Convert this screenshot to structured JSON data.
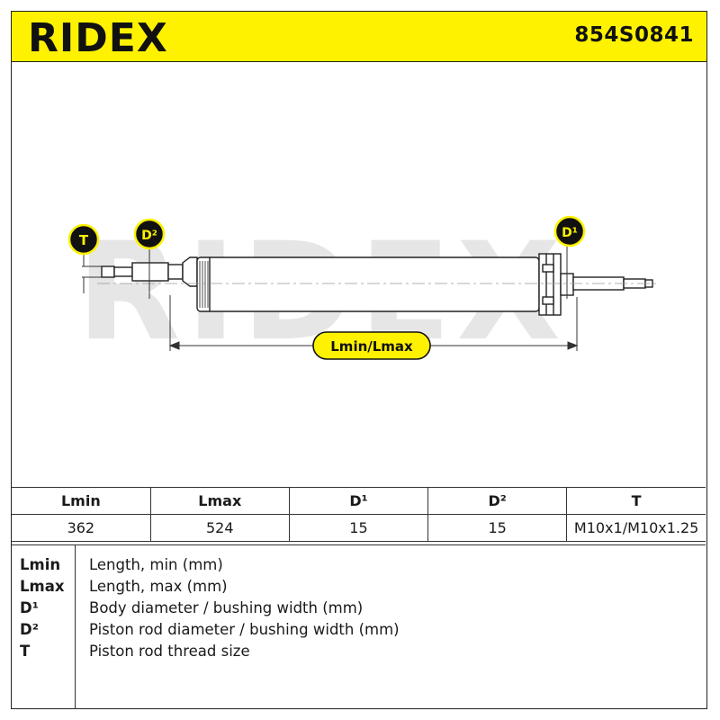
{
  "header": {
    "brand": "RIDEX",
    "part_number": "854S0841",
    "colors": {
      "header_bg": "#fef200",
      "line": "#222222"
    }
  },
  "drawing": {
    "watermark": "RIDEX",
    "labels": {
      "T": "T",
      "D2": "D²",
      "D1": "D¹",
      "length": "Lmin/Lmax"
    },
    "icons": [
      "shock-absorber-drawing",
      "dimension-arrow-icon"
    ]
  },
  "spec_table": {
    "headers": [
      "Lmin",
      "Lmax",
      "D¹",
      "D²",
      "T"
    ],
    "values": [
      "362",
      "524",
      "15",
      "15",
      "M10x1/M10x1.25"
    ]
  },
  "legend": [
    {
      "key": "Lmin",
      "desc": "Length, min (mm)"
    },
    {
      "key": "Lmax",
      "desc": "Length, max (mm)"
    },
    {
      "key": "D¹",
      "desc": "Body diameter / bushing width (mm)"
    },
    {
      "key": "D²",
      "desc": "Piston rod diameter / bushing width (mm)"
    },
    {
      "key": "T",
      "desc": "Piston rod thread size"
    }
  ]
}
